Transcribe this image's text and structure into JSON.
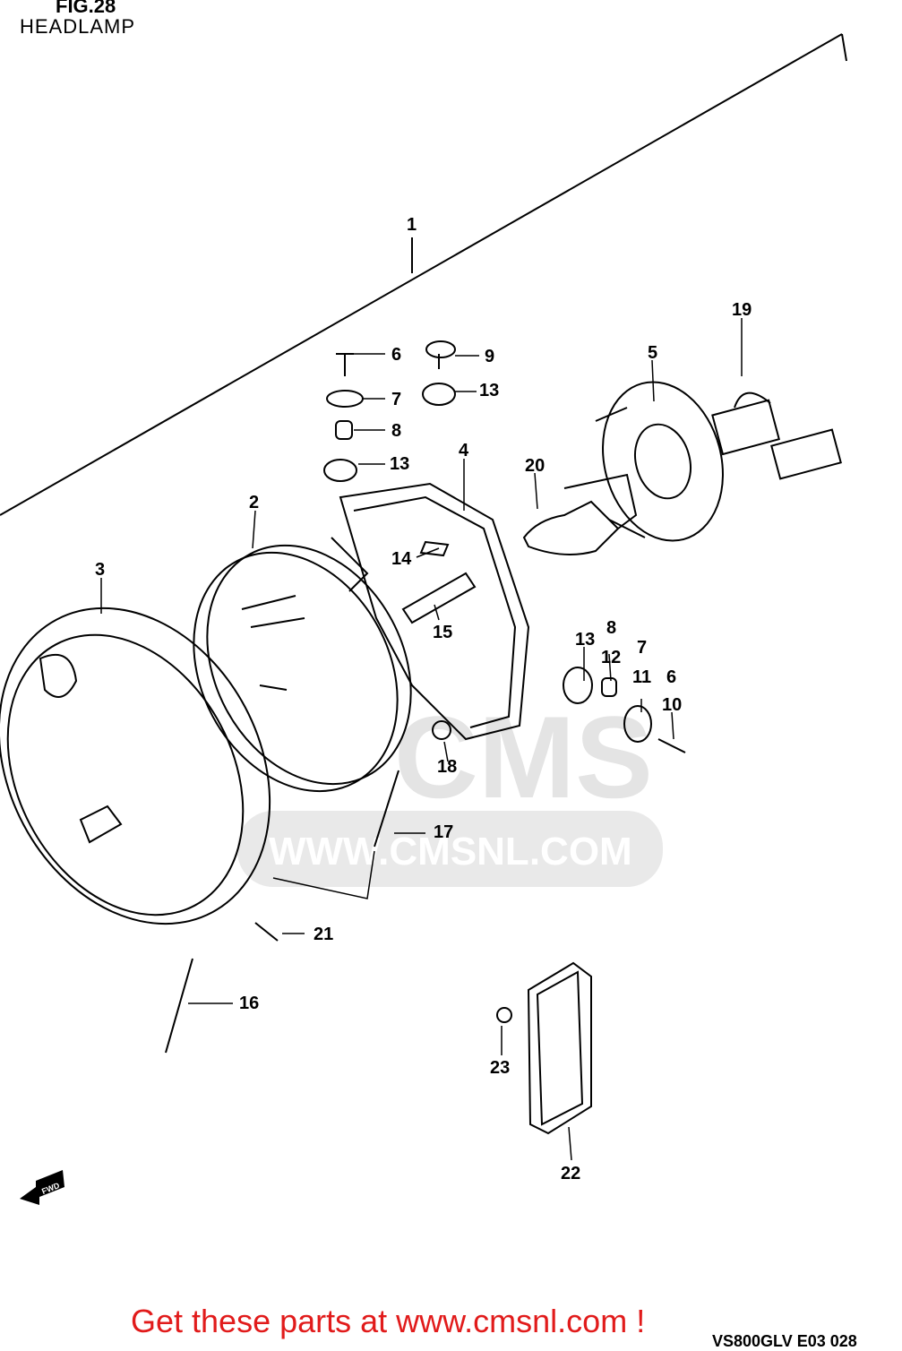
{
  "header": {
    "figure_number": "FIG.28",
    "title": "HEADLAMP"
  },
  "callouts": [
    "1",
    "2",
    "3",
    "4",
    "5",
    "6",
    "7",
    "8",
    "9",
    "13",
    "13",
    "14",
    "15",
    "19",
    "20",
    "13",
    "8",
    "12",
    "7",
    "11",
    "6",
    "10",
    "18",
    "17",
    "21",
    "16",
    "23",
    "22"
  ],
  "watermark": {
    "logo_text": "CMS",
    "url_text": "WWW.CMSNL.COM",
    "color": "#d9d9d9"
  },
  "fwd_badge": "FWD",
  "footer": {
    "cta": "Get these parts at www.cmsnl.com !",
    "ref_code": "VS800GLV E03 028",
    "cta_color": "#e11b1b"
  }
}
